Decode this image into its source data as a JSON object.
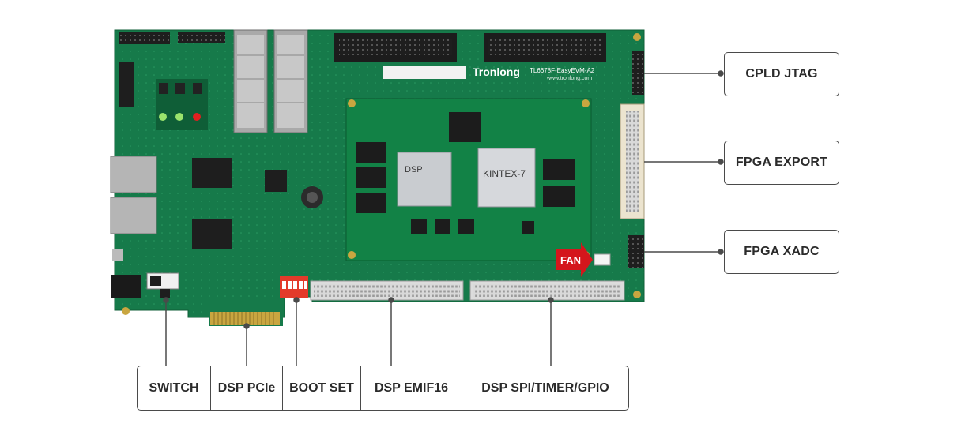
{
  "board": {
    "brand": "Tronlong",
    "model": "TL6678F-EasyEVM-A2",
    "url": "www.tronlong.com",
    "dsp_chip_label": "DSP",
    "fpga_chip_label": "KINTEX-7",
    "fan_label": "FAN"
  },
  "callouts_right": [
    {
      "label": "CPLD JTAG"
    },
    {
      "label": "FPGA EXPORT"
    },
    {
      "label": "FPGA XADC"
    }
  ],
  "callouts_bottom": [
    {
      "label": "SWITCH"
    },
    {
      "label": "DSP PCIe"
    },
    {
      "label": "BOOT SET"
    },
    {
      "label": "DSP EMIF16"
    },
    {
      "label": "DSP SPI/TIMER/GPIO"
    }
  ],
  "colors": {
    "pcb": "#167a4a",
    "pcb_dark": "#0f5e37",
    "callout_border": "#4a4a4a",
    "fan_red": "#d4161c",
    "gold": "#c9a640"
  }
}
